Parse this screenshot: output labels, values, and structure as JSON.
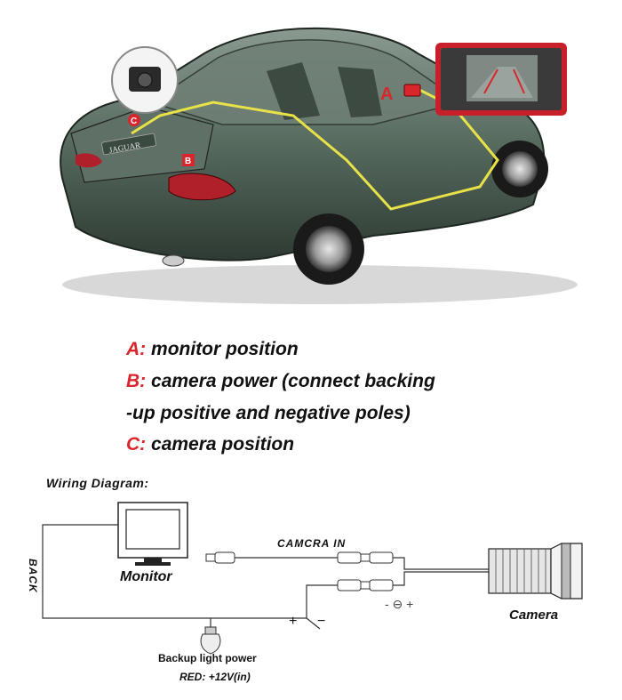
{
  "legend": {
    "a_letter": "A:",
    "a_text": "monitor  position",
    "b_letter": "B:",
    "b_text": "camera power (connect backing",
    "b_text2": "-up positive and negative poles)",
    "c_letter": "C:",
    "c_text": "camera position"
  },
  "car": {
    "brand_plate": "JAGUAR",
    "marker_a": "A",
    "marker_b": "B",
    "marker_c": "C"
  },
  "wiring": {
    "title": "Wiring Diagram:",
    "monitor_label": "Monitor",
    "back_label": "BACK",
    "camera_in_label": "CAMCRA IN",
    "camera_label": "Camera",
    "backup_power_label": "Backup light power",
    "red_label": "RED:",
    "voltage_label": "+12V(in)",
    "plus_sign": "+",
    "minus_sign": "−",
    "ground_symbol": "- ⊖ +"
  },
  "colors": {
    "accent_red": "#d9262c",
    "wire_yellow": "#e8e24a",
    "car_body": "#4f5f54",
    "monitor_frame": "#c8202a"
  }
}
